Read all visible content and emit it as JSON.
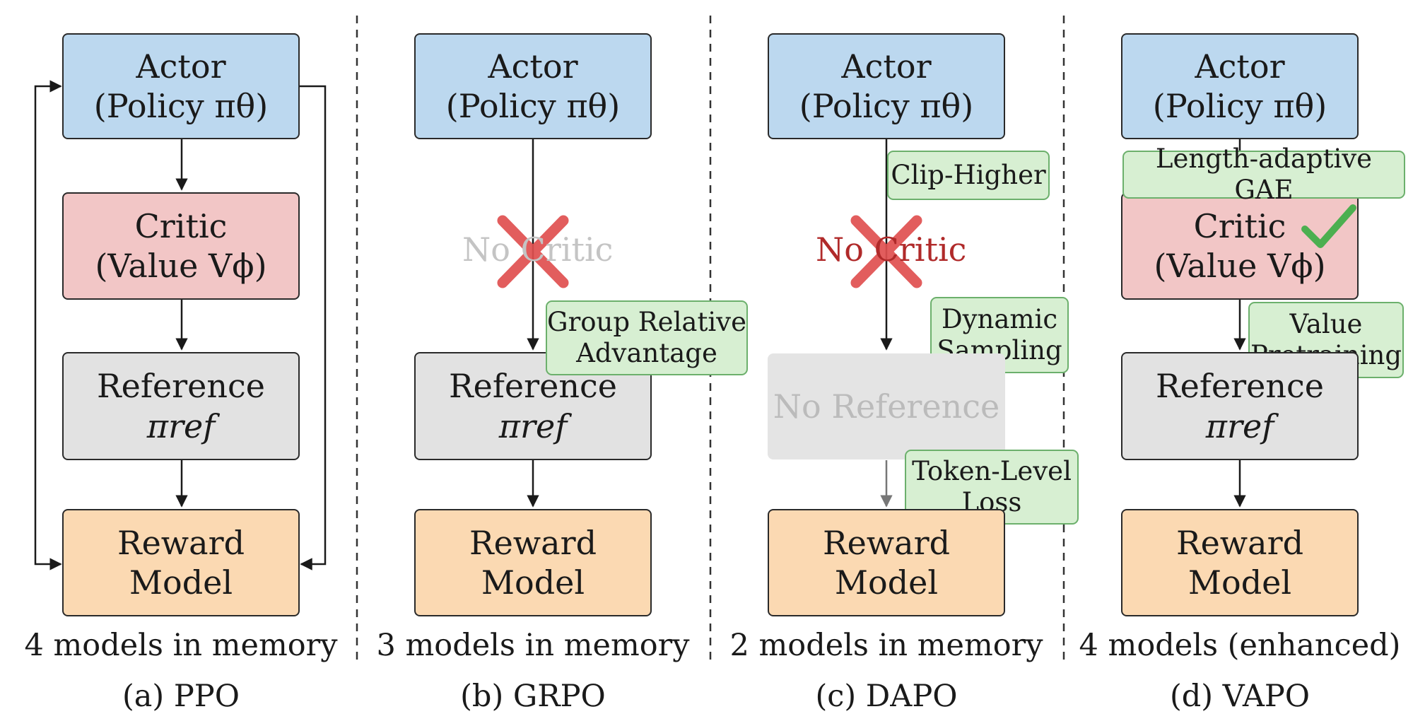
{
  "panels": [
    {
      "caption": "4 models in memory",
      "subtitle": "(a) PPO",
      "actor": [
        "Actor",
        "(Policy πθ)"
      ],
      "critic": [
        "Critic",
        "(Value Vϕ)"
      ],
      "reference": [
        "Reference",
        "πref"
      ],
      "reward": [
        "Reward",
        "Model"
      ]
    },
    {
      "caption": "3 models in memory",
      "subtitle": "(b) GRPO",
      "actor": [
        "Actor",
        "(Policy πθ)"
      ],
      "no_critic": "No Critic",
      "annotation": [
        "Group Relative",
        "Advantage"
      ],
      "reference": [
        "Reference",
        "πref"
      ],
      "reward": [
        "Reward",
        "Model"
      ]
    },
    {
      "caption": "2 models in memory",
      "subtitle": "(c) DAPO",
      "actor": [
        "Actor",
        "(Policy πθ)"
      ],
      "annotation_top": "Clip-Higher",
      "no_critic": "No Critic",
      "annotation_mid": [
        "Dynamic",
        "Sampling"
      ],
      "no_reference": "No Reference",
      "annotation_low": [
        "Token-Level",
        "Loss"
      ],
      "reward": [
        "Reward",
        "Model"
      ]
    },
    {
      "caption": "4 models (enhanced)",
      "subtitle": "(d) VAPO",
      "actor": [
        "Actor",
        "(Policy πθ)"
      ],
      "annotation_top": "Length-adaptive GAE",
      "critic": [
        "Critic",
        "(Value Vϕ)"
      ],
      "annotation_mid": [
        "Value",
        "Pretraining"
      ],
      "reference": [
        "Reference",
        "πref"
      ],
      "reward": [
        "Reward",
        "Model"
      ]
    }
  ],
  "colors": {
    "actor": "#bcd8ef",
    "critic": "#f2c6c6",
    "reference": "#e2e2e2",
    "reward": "#fbd9b2",
    "annotation": "#d7efd2",
    "cross": "#e05050",
    "check": "#4caf50"
  }
}
